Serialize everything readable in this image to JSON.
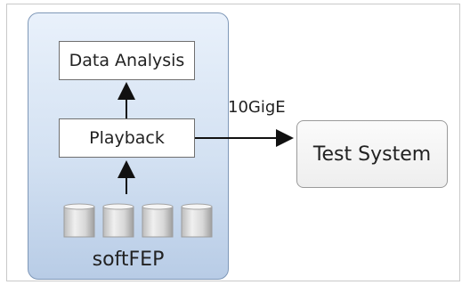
{
  "diagram": {
    "container_label": "softFEP",
    "nodes": {
      "data_analysis": "Data Analysis",
      "playback": "Playback",
      "test_system": "Test System"
    },
    "link_label": "10GigE",
    "storage_disk_count": 4,
    "colors": {
      "container_fill_top": "#e9f1fb",
      "container_fill_bottom": "#b8cce6",
      "container_border": "#7f98b8",
      "arrow": "#111111"
    }
  }
}
